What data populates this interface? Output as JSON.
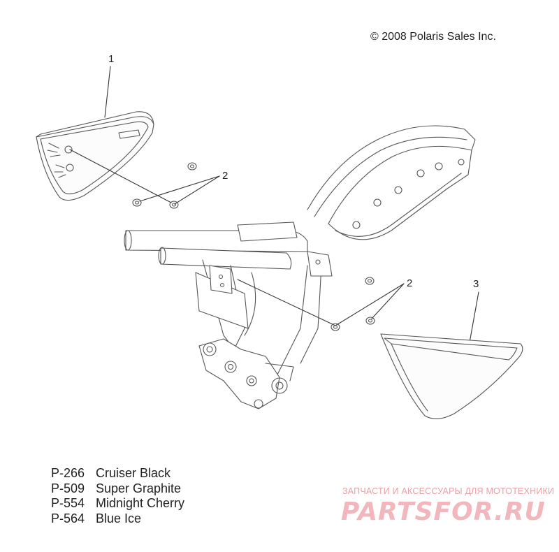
{
  "copyright": "© 2008 Polaris Sales Inc.",
  "callouts": {
    "item1": "1",
    "item2a": "2",
    "item2b": "2",
    "item3": "3"
  },
  "legend": [
    {
      "code": "P-266",
      "name": "Cruiser Black"
    },
    {
      "code": "P-509",
      "name": "Super Graphite"
    },
    {
      "code": "P-554",
      "name": "Midnight Cherry"
    },
    {
      "code": "P-564",
      "name": "Blue Ice"
    }
  ],
  "watermark": {
    "tagline": "ЗАПЧАСТИ И АКСЕССУАРЫ ДЛЯ МОТОТЕХНИКИ",
    "logo": "PARTSFOR.RU"
  }
}
